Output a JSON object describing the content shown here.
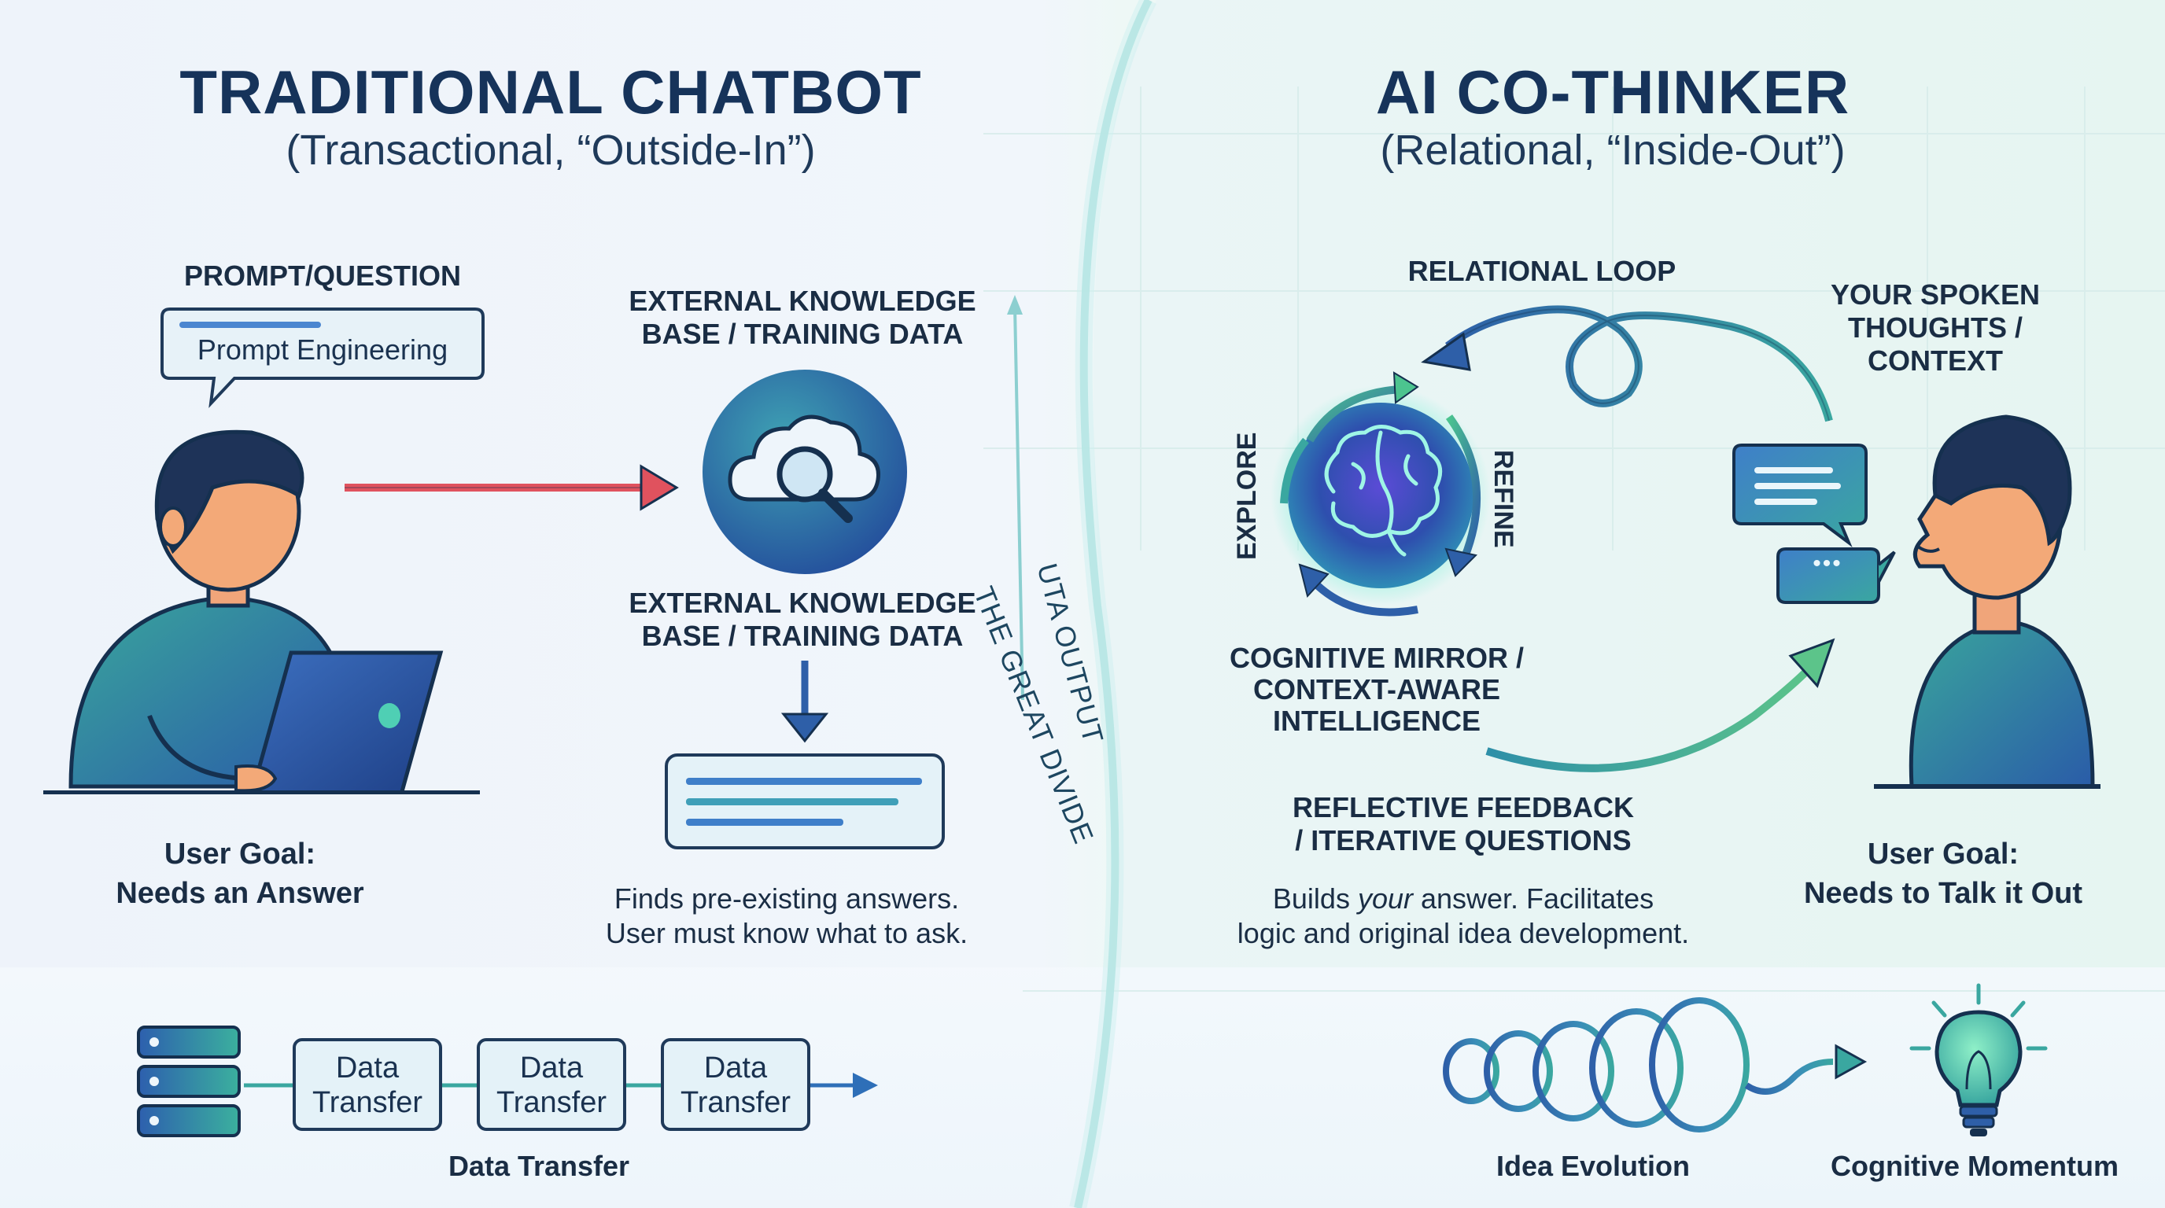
{
  "left": {
    "title": "TRADITIONAL CHATBOT",
    "subtitle": "(Transactional, “Outside-In”)",
    "prompt_label": "PROMPT/QUESTION",
    "prompt_bubble": "Prompt Engineering",
    "kb_label_top": [
      "EXTERNAL KNOWLEDGE",
      "BASE / TRAINING DATA"
    ],
    "kb_label_bottom": [
      "EXTERNAL KNOWLEDGE",
      "BASE / TRAINING DATA"
    ],
    "user_goal": [
      "User Goal:",
      "Needs an Answer"
    ],
    "description": [
      "Finds pre-existing answers.",
      "User must know what to ask."
    ],
    "data_transfer_boxes": [
      [
        "Data",
        "Transfer"
      ],
      [
        "Data",
        "Transfer"
      ],
      [
        "Data",
        "Transfer"
      ]
    ],
    "data_transfer_caption": "Data Transfer"
  },
  "divider": {
    "line1": "THE GREAT DIVIDE",
    "line2": "UTA OUTPUT"
  },
  "right": {
    "title": "AI CO-THINKER",
    "subtitle": "(Relational, “Inside-Out”)",
    "relational_loop": "RELATIONAL LOOP",
    "spoken_thoughts": [
      "YOUR SPOKEN",
      "THOUGHTS /",
      "CONTEXT"
    ],
    "explore": "EXPLORE",
    "refine": "REFINE",
    "mirror_label": [
      "COGNITIVE MIRROR /",
      "CONTEXT-AWARE",
      "INTELLIGENCE"
    ],
    "feedback_label": [
      "REFLECTIVE FEEDBACK",
      "/ ITERATIVE QUESTIONS"
    ],
    "description_pre": "Builds ",
    "description_em": "your",
    "description_post": " answer. Facilitates",
    "description_line2": "logic and original idea development.",
    "user_goal": [
      "User Goal:",
      "Needs to Talk it Out"
    ],
    "idea_evolution": "Idea Evolution",
    "cognitive_momentum": "Cognitive Momentum",
    "typing_dots": "•••"
  },
  "colors": {
    "navy": "#16335a",
    "blue": "#2e6fb8",
    "teal": "#3aa7a0",
    "green": "#5cc48a",
    "red_arrow": "#e0525e",
    "box_fill": "#e4f2f8",
    "box_stroke": "#1f3a5a"
  },
  "icons": {
    "laptop_user": "user-at-laptop-icon",
    "cloud_search": "cloud-search-icon",
    "document": "document-lines-icon",
    "database": "server-stack-icon",
    "brain": "brain-icon",
    "chat": "chat-bubbles-icon",
    "speaker": "speaking-person-icon",
    "bulb": "lightbulb-icon"
  }
}
